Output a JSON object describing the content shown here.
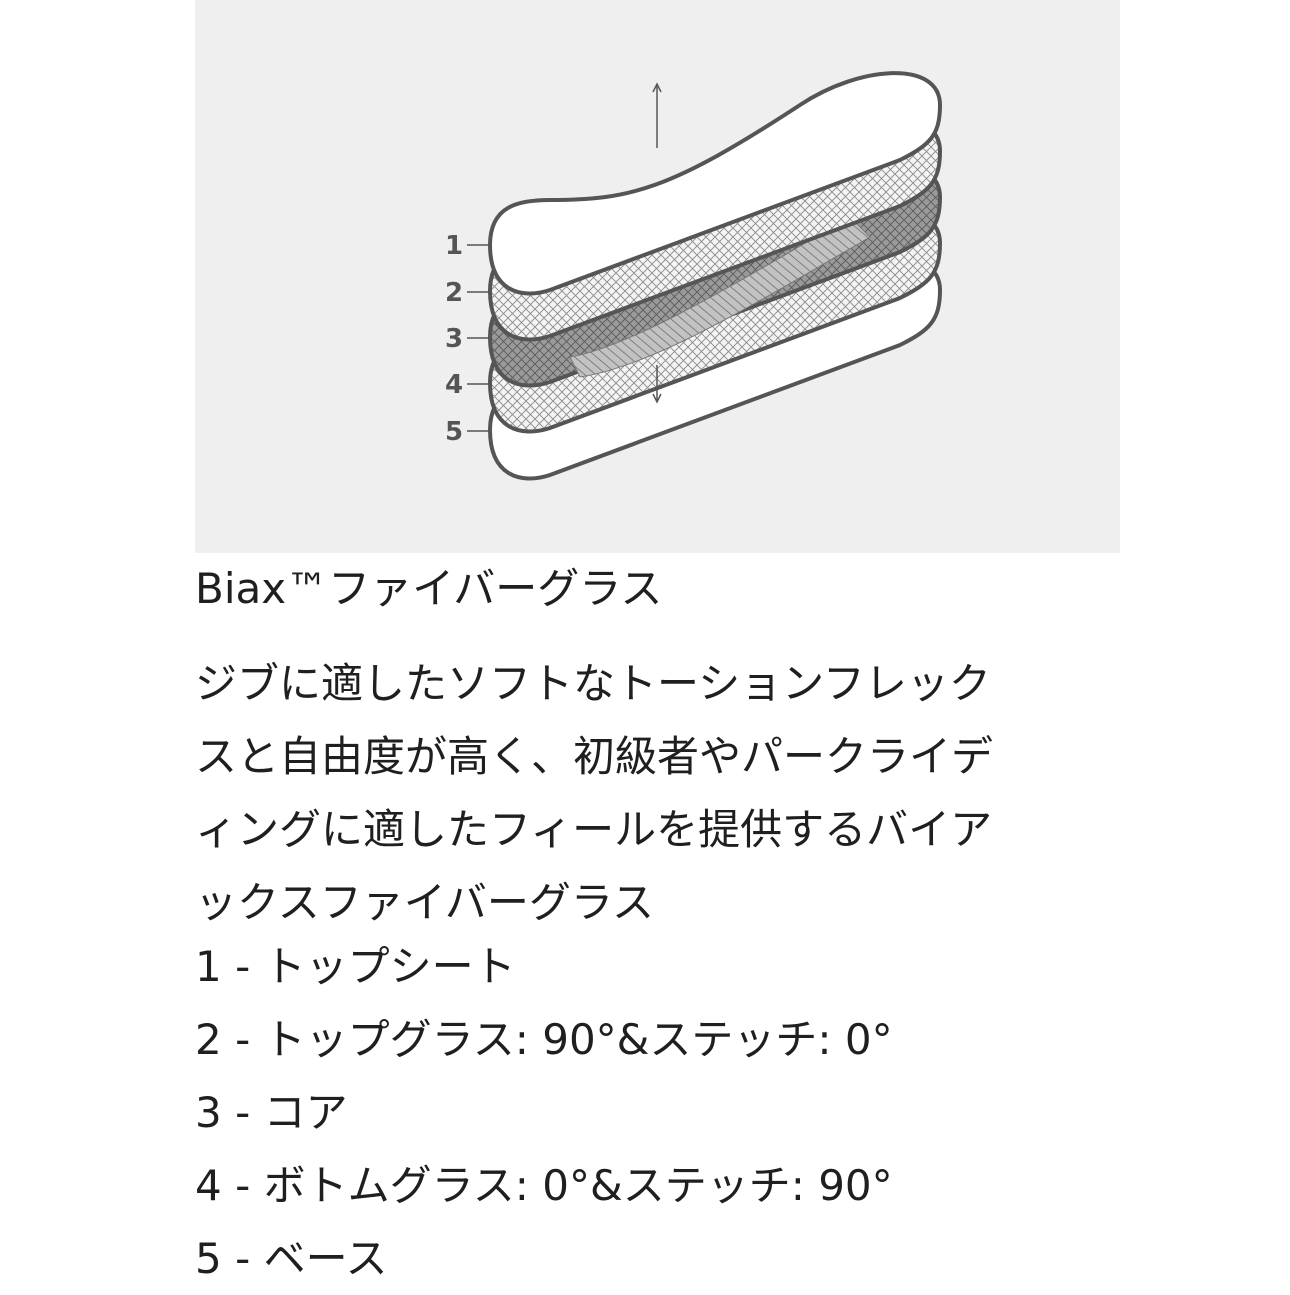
{
  "diagram": {
    "layer_numbers": [
      "1",
      "2",
      "3",
      "4",
      "5"
    ]
  },
  "title": "Biax™ファイバーグラス",
  "description": [
    "ジブに適したソフトなトーションフレック",
    "スと自由度が高く、初級者やパークライデ",
    "ィングに適したフィールを提供するバイア",
    "ックスファイバーグラス"
  ],
  "layers": [
    "1 - トップシート",
    "2 - トップグラス: 90°&ステッチ: 0°",
    "3 - コア",
    "4 - ボトムグラス: 0°&ステッチ: 90°",
    "5 - ベース"
  ]
}
